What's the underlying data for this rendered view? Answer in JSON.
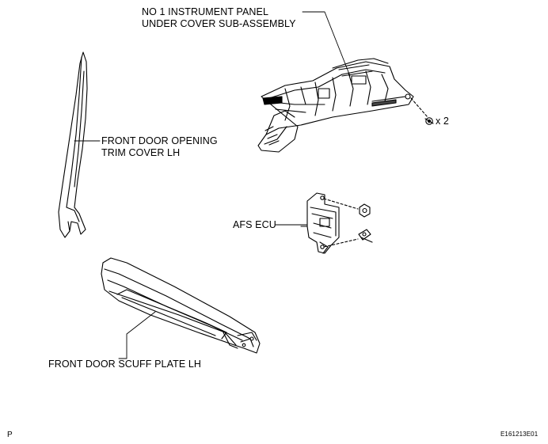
{
  "labels": {
    "instrument_panel": [
      "NO  1 INSTRUMENT PANEL",
      "UNDER COVER SUB-ASSEMBLY"
    ],
    "screw_count": "x 2",
    "trim_cover": [
      "FRONT DOOR OPENING",
      "TRIM COVER LH"
    ],
    "afs_ecu": "AFS ECU",
    "scuff_plate": "FRONT DOOR SCUFF PLATE LH",
    "page_mark": "P",
    "figure_code": "E161213E01"
  },
  "colors": {
    "line": "#000000",
    "background": "#ffffff"
  }
}
